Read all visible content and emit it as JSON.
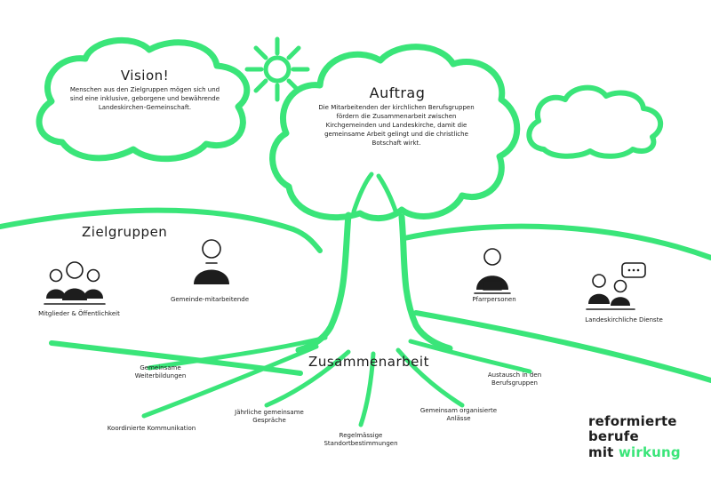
{
  "palette": {
    "green": "#3ae579",
    "ink": "#1d1d1d"
  },
  "vision": {
    "title": "Vision!",
    "body": "Menschen aus den Zielgruppen mögen sich und sind eine inklusive, geborgene und bewährende Landeskirchen-Gemeinschaft."
  },
  "auftrag": {
    "title": "Auftrag",
    "body": "Die Mitarbeitenden der kirchlichen Berufsgruppen fördern die Zusammenarbeit zwischen Kirchgemeinden und Landeskirche, damit die gemeinsame Arbeit gelingt und die christliche Botschaft wirkt."
  },
  "zielgruppen": {
    "label": "Zielgruppen",
    "items": [
      {
        "icon": "people-group-icon",
        "label": "Mitglieder & Öffentlichkeit"
      },
      {
        "icon": "person-icon",
        "label": "Gemeinde-mitarbeitende"
      },
      {
        "icon": "person-desk-icon",
        "label": "Pfarrpersonen"
      },
      {
        "icon": "people-chat-icon",
        "label": "Landeskirchliche Dienste"
      }
    ]
  },
  "zusammenarbeit": {
    "label": "Zusammenarbeit",
    "roots": [
      {
        "label": "Gemeinsame Weiterbildungen"
      },
      {
        "label": "Koordinierte Kommunikation"
      },
      {
        "label": "Jährliche gemeinsame Gespräche"
      },
      {
        "label": "Regelmässige Standortbestimmungen"
      },
      {
        "label": "Gemeinsam organisierte Anlässe"
      },
      {
        "label": "Austausch in den Berufsgruppen"
      }
    ]
  },
  "logo": {
    "word1": "reformierte",
    "word2": "berufe",
    "word3_black": "mit",
    "word3_green": "wirkung"
  }
}
